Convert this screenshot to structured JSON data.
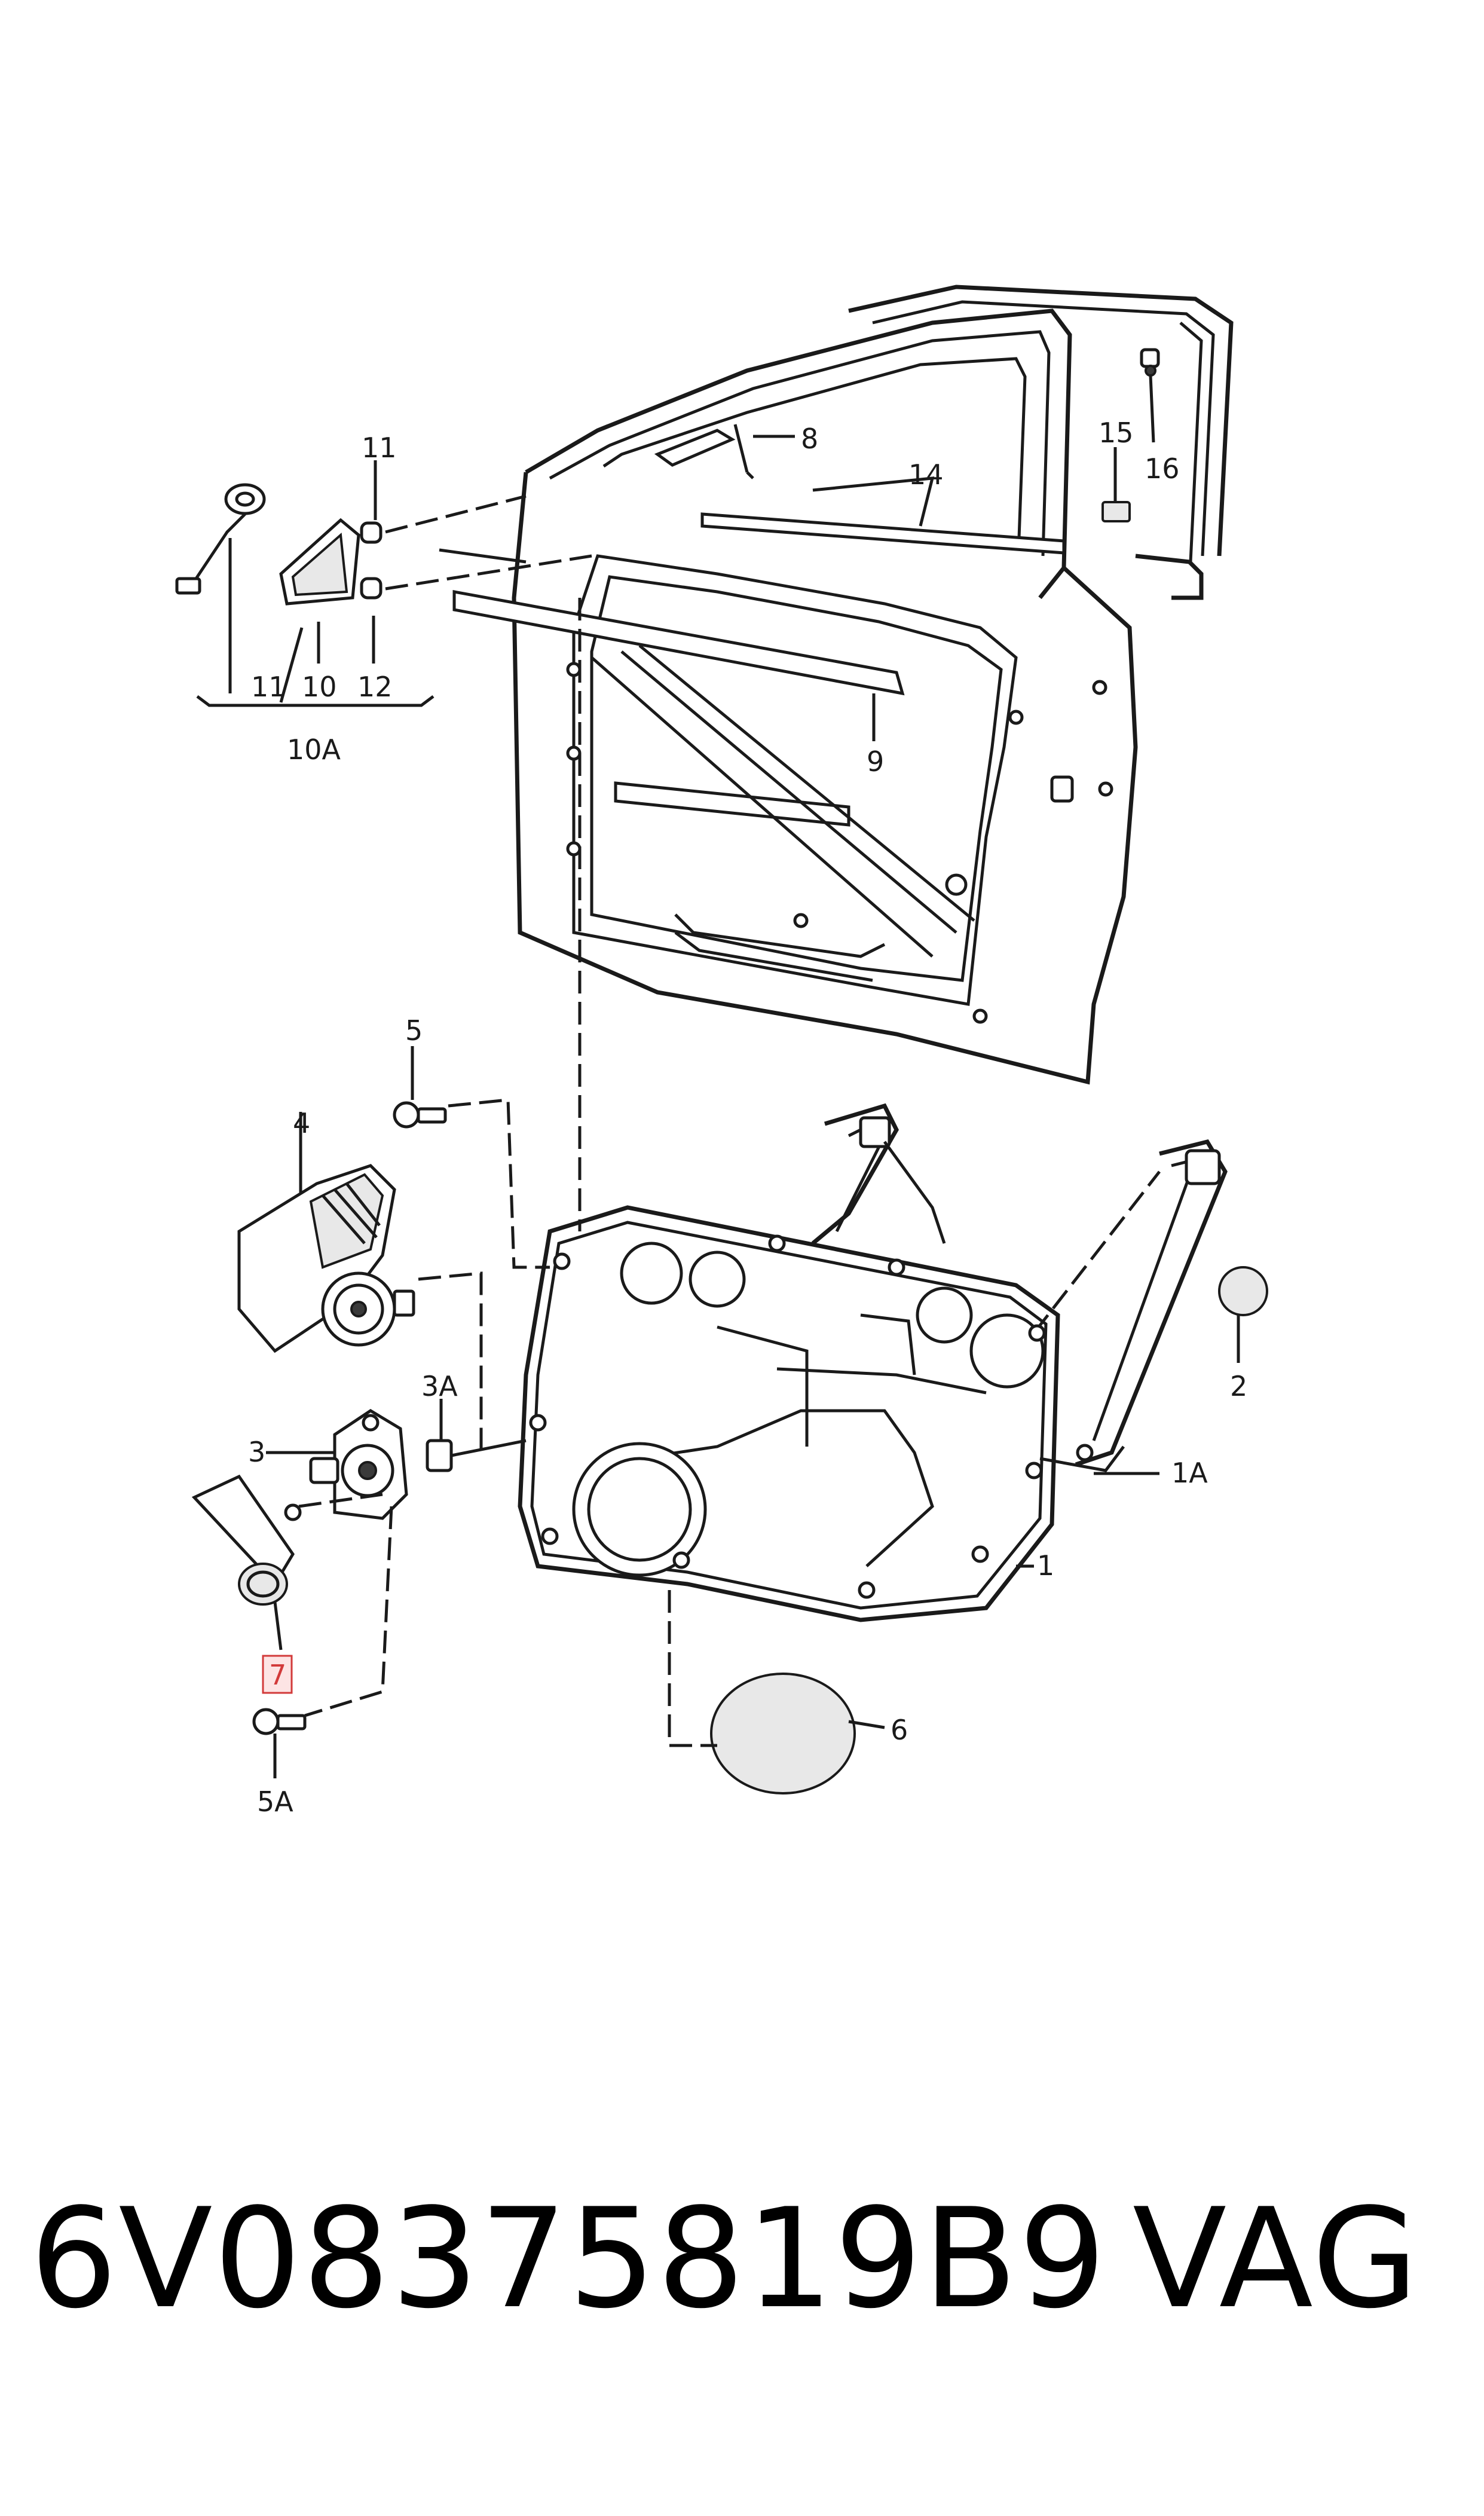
{
  "callouts": {
    "c1": "1",
    "c1A": "1A",
    "c2": "2",
    "c3": "3",
    "c3A": "3A",
    "c4": "4",
    "c5": "5",
    "c5A": "5A",
    "c6": "6",
    "c7": "7",
    "c8": "8",
    "c9": "9",
    "c10": "10",
    "c10A": "10A",
    "c11_top": "11",
    "c11_bottom": "11",
    "c12": "12",
    "c14": "14",
    "c15": "15",
    "c16": "16"
  },
  "footer": {
    "part_number": "6V08375819B9",
    "brand": "VAG"
  },
  "colors": {
    "line": "#1a1a1a",
    "highlight": "#d23a3a",
    "highlight_fill": "#fde4e4"
  }
}
